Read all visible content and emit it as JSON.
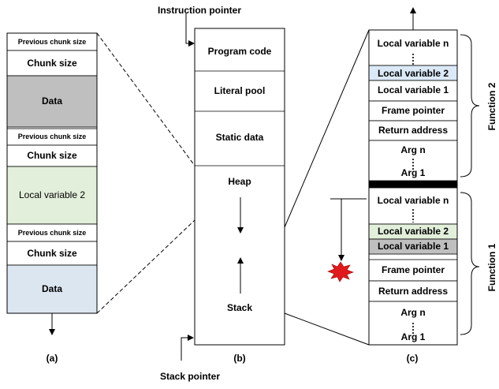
{
  "instruction_pointer": "Instruction pointer",
  "stack_pointer": "Stack pointer",
  "panel_a": {
    "caption": "(a)",
    "rows": [
      "Previous chunk size",
      "Chunk size",
      "Data",
      "Previous chunk size",
      "Chunk size",
      "Local variable 2",
      "Previous chunk size",
      "Chunk size",
      "Data"
    ]
  },
  "panel_b": {
    "caption": "(b)",
    "rows": [
      "Program code",
      "Literal pool",
      "Static data"
    ],
    "heap": "Heap",
    "stack": "Stack"
  },
  "panel_c": {
    "caption": "(c)",
    "function2": {
      "label": "Function 2",
      "rows": [
        "Local variable n",
        "Local variable 2",
        "Local variable 1",
        "Frame pointer",
        "Return address"
      ],
      "arg_n": "Arg n",
      "arg_1": "Arg 1"
    },
    "function1": {
      "label": "Function 1",
      "rows": [
        "Local variable n",
        "Local variable 2",
        "Local variable 1",
        "Frame pointer",
        "Return address"
      ],
      "arg_n": "Arg n",
      "arg_1": "Arg 1"
    }
  },
  "colors": {
    "gray_fill": "#bfbfbf",
    "green_fill": "#e2efda",
    "blue_fill": "#dce6f1",
    "light_blue_fill": "#dbe9f7",
    "border": "#000000",
    "explosion": "#e0191b"
  }
}
